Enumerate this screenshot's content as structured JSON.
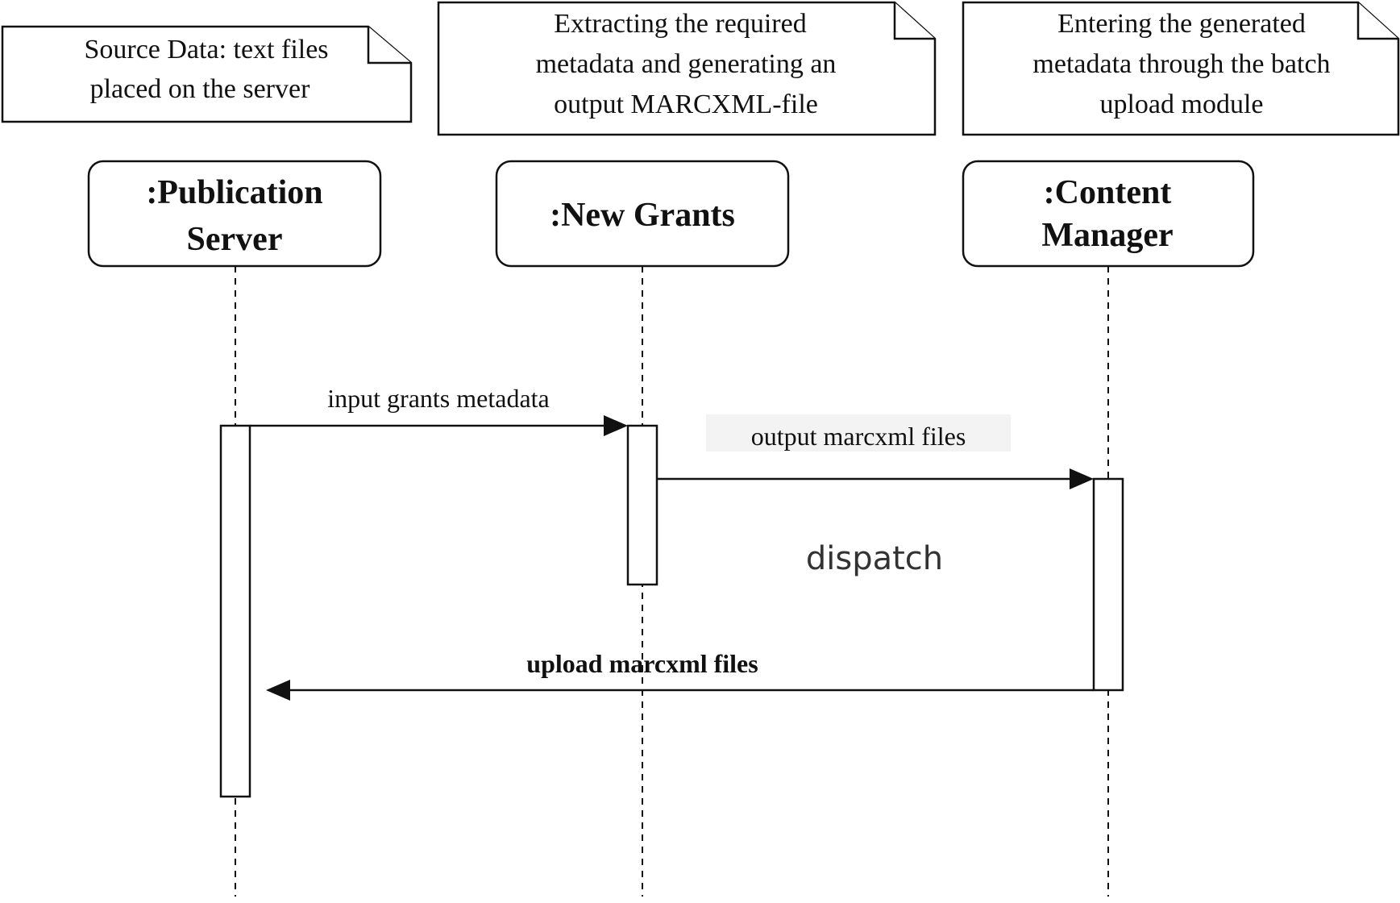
{
  "notes": [
    {
      "id": "source",
      "lines": [
        "Source Data: text files",
        "placed on the server"
      ]
    },
    {
      "id": "extract",
      "lines": [
        "Extracting the required",
        "metadata and generating an",
        "output MARCXML-file"
      ]
    },
    {
      "id": "enter",
      "lines": [
        "Entering the generated",
        "metadata through the batch",
        "upload module"
      ]
    }
  ],
  "actors": [
    {
      "id": "publication-server",
      "lines": [
        ":Publication",
        "Server"
      ]
    },
    {
      "id": "new-grants",
      "lines": [
        ":New Grants"
      ]
    },
    {
      "id": "content-manager",
      "lines": [
        ":Content",
        "Manager"
      ]
    }
  ],
  "messages": [
    {
      "id": "input-grants",
      "label": "input grants metadata",
      "from": "publication-server",
      "to": "new-grants"
    },
    {
      "id": "output-marcxml",
      "label": "output marcxml files",
      "from": "new-grants",
      "to": "content-manager"
    },
    {
      "id": "upload-marcxml",
      "label": "upload marcxml files",
      "from": "content-manager",
      "to": "publication-server"
    }
  ],
  "free_text": {
    "dispatch": "dispatch"
  }
}
